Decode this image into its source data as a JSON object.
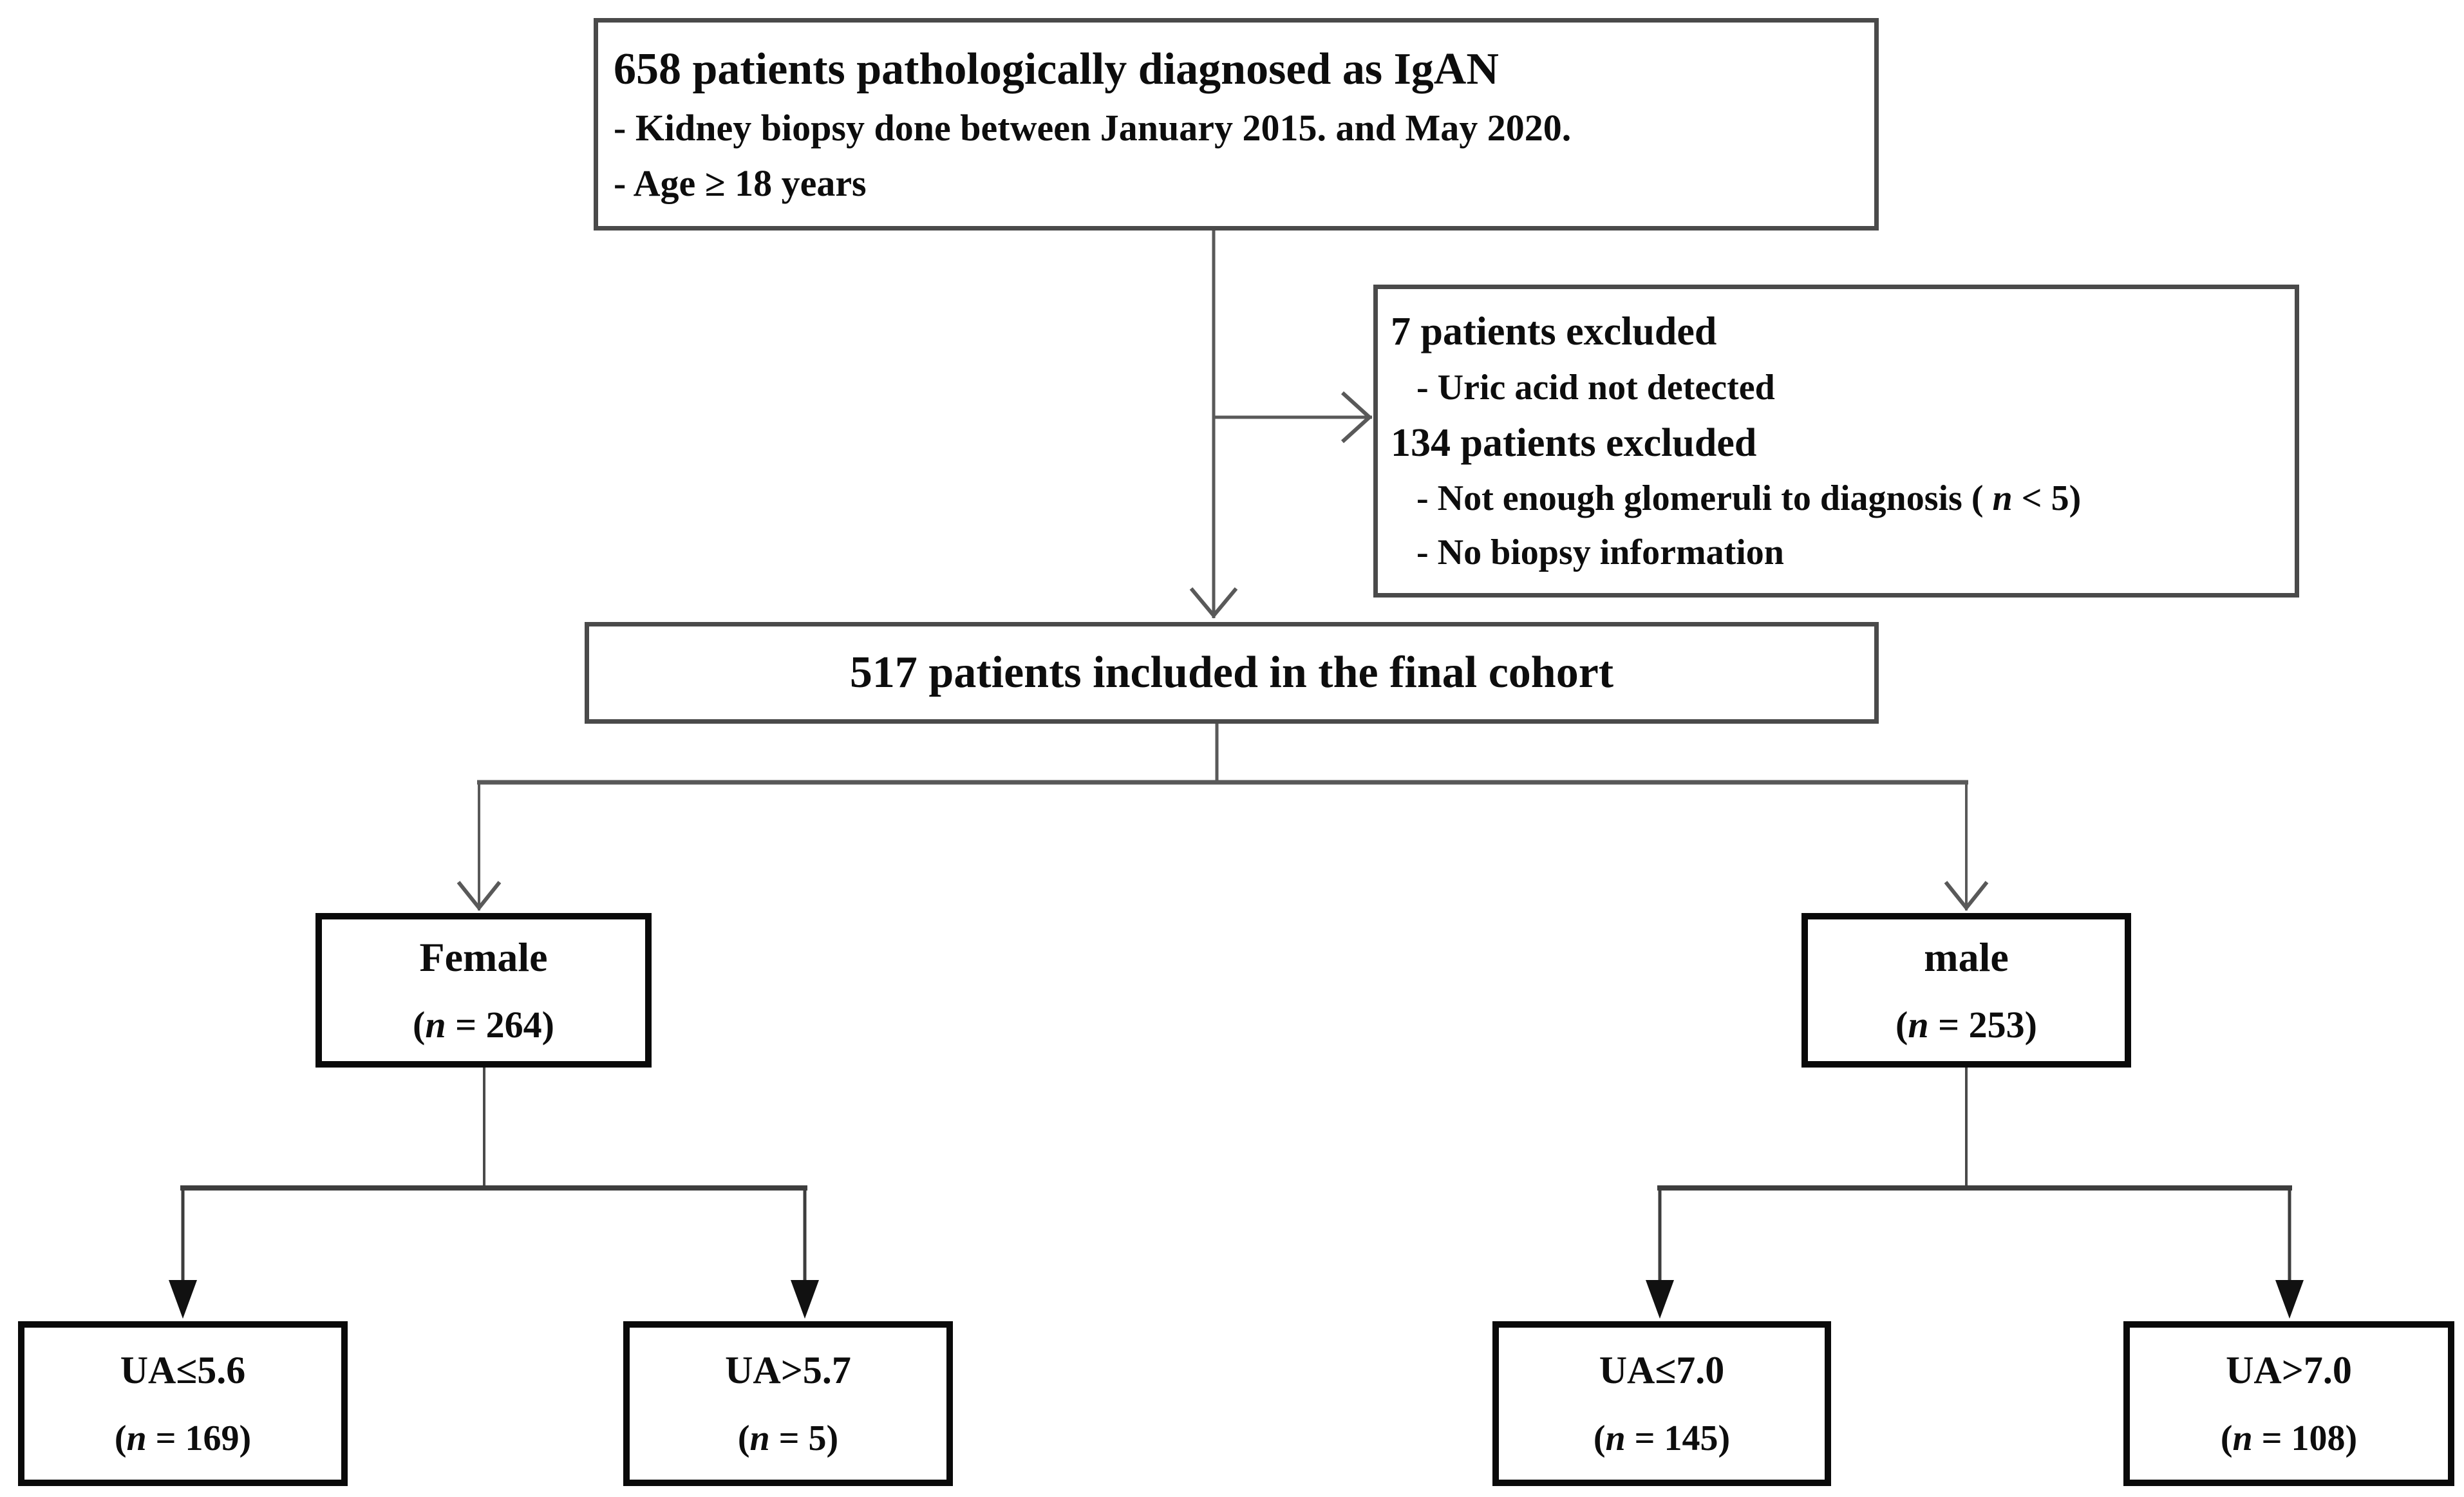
{
  "figure": {
    "kind": "patient-flow-diagram"
  },
  "top": {
    "line1": "658 patients pathologically diagnosed as IgAN",
    "line2": "- Kidney biopsy done between January 2015. and May 2020.",
    "line3": "- Age ≥ 18 years"
  },
  "excluded": {
    "group1_title": "7 patients excluded",
    "group1_bullet": "- Uric acid not detected",
    "group2_title": "134 patients excluded",
    "group2_bullet1_pre": "- Not enough glomeruli to diagnosis ( ",
    "group2_bullet1_n": "n",
    "group2_bullet1_post": " <  5)",
    "group2_bullet2": "- No biopsy information"
  },
  "cohort": {
    "label": "517 patients included in the final cohort"
  },
  "female": {
    "title": "Female",
    "count_open": "(",
    "count_n": "n",
    "count_rest": " = 264)"
  },
  "male": {
    "title": "male",
    "count_open": "(",
    "count_n": "n",
    "count_rest": " = 253)"
  },
  "female_low": {
    "title": "UA≤5.6",
    "count_open": "(",
    "count_n": "n",
    "count_rest": " = 169)"
  },
  "female_high": {
    "title": "UA>5.7",
    "count_open": "(",
    "count_n": "n",
    "count_rest": " = 5)"
  },
  "male_low": {
    "title": "UA≤7.0",
    "count_open": "(",
    "count_n": "n",
    "count_rest": " = 145)"
  },
  "male_high": {
    "title": "UA>7.0",
    "count_open": "(",
    "count_n": "n",
    "count_rest": " = 108)"
  },
  "colors": {
    "background": "#ffffff",
    "text": "#0d0d0d",
    "line_gray": "#595959",
    "line_dark": "#3d3d3d",
    "border_gray": "#4a4a4a",
    "border_black": "#0a0a0a",
    "arrow_fill": "#111111"
  }
}
